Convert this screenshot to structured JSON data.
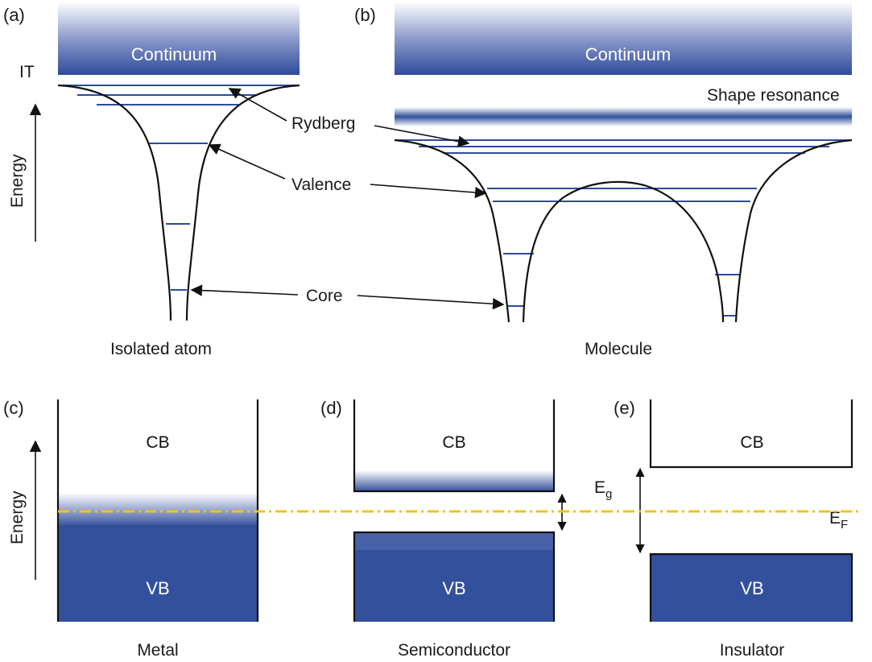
{
  "panel_labels": {
    "a": "(a)",
    "b": "(b)",
    "c": "(c)",
    "d": "(d)",
    "e": "(e)"
  },
  "atom": {
    "continuum": "Continuum",
    "ionization_threshold": "IT",
    "caption": "Isolated atom",
    "energy_axis": "Energy"
  },
  "molecule": {
    "continuum": "Continuum",
    "shape_resonance": "Shape resonance",
    "caption": "Molecule"
  },
  "annotations": {
    "rydberg": "Rydberg",
    "valence": "Valence",
    "core": "Core"
  },
  "solids": {
    "energy_axis": "Energy",
    "conduction_band": "CB",
    "valence_band": "VB",
    "gap_label": "E",
    "gap_subscript": "g",
    "fermi_label": "E",
    "fermi_subscript": "F",
    "metal": "Metal",
    "semiconductor": "Semiconductor",
    "insulator": "Insulator"
  },
  "colors": {
    "band_blue": "#33509c",
    "level_blue": "#2c4aa0",
    "fermi_dash": "#f2c21c",
    "outline": "#111111"
  }
}
